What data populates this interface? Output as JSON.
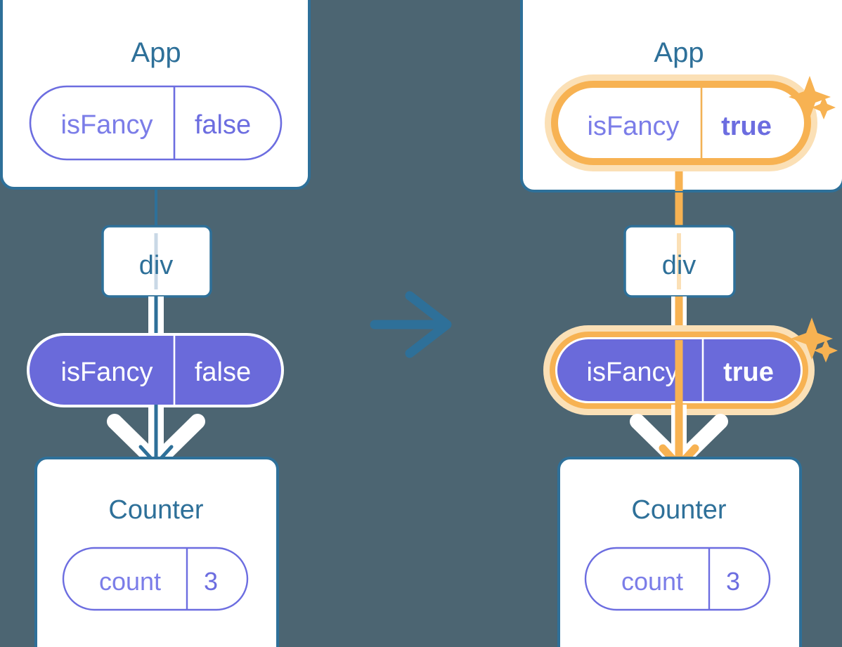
{
  "diagram": {
    "title": "React state update propagation",
    "type": "component-tree-before-after",
    "background_color": "#4C6572",
    "colors": {
      "box_border": "#2E7099",
      "box_fill": "#FFFFFF",
      "label_text": "#2E7099",
      "pill_purple_outline": "#6C6DE0",
      "pill_purple_fill": "#6A6ADA",
      "pill_purple_text": "#6C6DE0",
      "pill_white_text": "#FFFFFF",
      "highlight_orange": "#F7B252",
      "highlight_glow": "#FBE0B6",
      "arrow_white": "#FFFFFF",
      "arrow_blue": "#2E7099",
      "sparkle": "#F7B252"
    },
    "panels": [
      {
        "id": "before",
        "state": "initial",
        "highlighted": false,
        "nodes": [
          {
            "id": "app-before",
            "name": "App",
            "label": "App",
            "kind": "component-box",
            "pills": [
              {
                "id": "app-isfancy-before",
                "key": "isFancy",
                "value": "false",
                "style": "outline",
                "highlighted": false,
                "bold_value": false
              }
            ]
          },
          {
            "id": "div-before",
            "name": "div",
            "label": "div",
            "kind": "element-box",
            "pills": []
          },
          {
            "id": "prop-isfancy-before",
            "name": "isFancy-prop",
            "key": "isFancy",
            "value": "false",
            "kind": "prop-pill",
            "style": "filled",
            "highlighted": false,
            "bold_value": false
          },
          {
            "id": "counter-before",
            "name": "Counter",
            "label": "Counter",
            "kind": "component-box",
            "pills": [
              {
                "id": "counter-count-before",
                "key": "count",
                "value": "3",
                "style": "outline",
                "highlighted": false,
                "bold_value": false
              }
            ]
          }
        ],
        "sparkles": []
      },
      {
        "id": "after",
        "state": "updated",
        "highlighted": true,
        "nodes": [
          {
            "id": "app-after",
            "name": "App",
            "label": "App",
            "kind": "component-box",
            "pills": [
              {
                "id": "app-isfancy-after",
                "key": "isFancy",
                "value": "true",
                "style": "outline",
                "highlighted": true,
                "bold_value": true
              }
            ]
          },
          {
            "id": "div-after",
            "name": "div",
            "label": "div",
            "kind": "element-box",
            "pills": []
          },
          {
            "id": "prop-isfancy-after",
            "name": "isFancy-prop",
            "key": "isFancy",
            "value": "true",
            "kind": "prop-pill",
            "style": "filled",
            "highlighted": true,
            "bold_value": true
          },
          {
            "id": "counter-after",
            "name": "Counter",
            "label": "Counter",
            "kind": "component-box",
            "pills": [
              {
                "id": "counter-count-after",
                "key": "count",
                "value": "3",
                "style": "outline",
                "highlighted": false,
                "bold_value": false
              }
            ]
          }
        ],
        "sparkles": [
          {
            "near": "app-isfancy-after",
            "count": 2
          },
          {
            "near": "prop-isfancy-after",
            "count": 2
          }
        ]
      }
    ],
    "transition_arrow": {
      "name": "transition-arrow",
      "direction": "right",
      "color": "#2E7099"
    }
  }
}
